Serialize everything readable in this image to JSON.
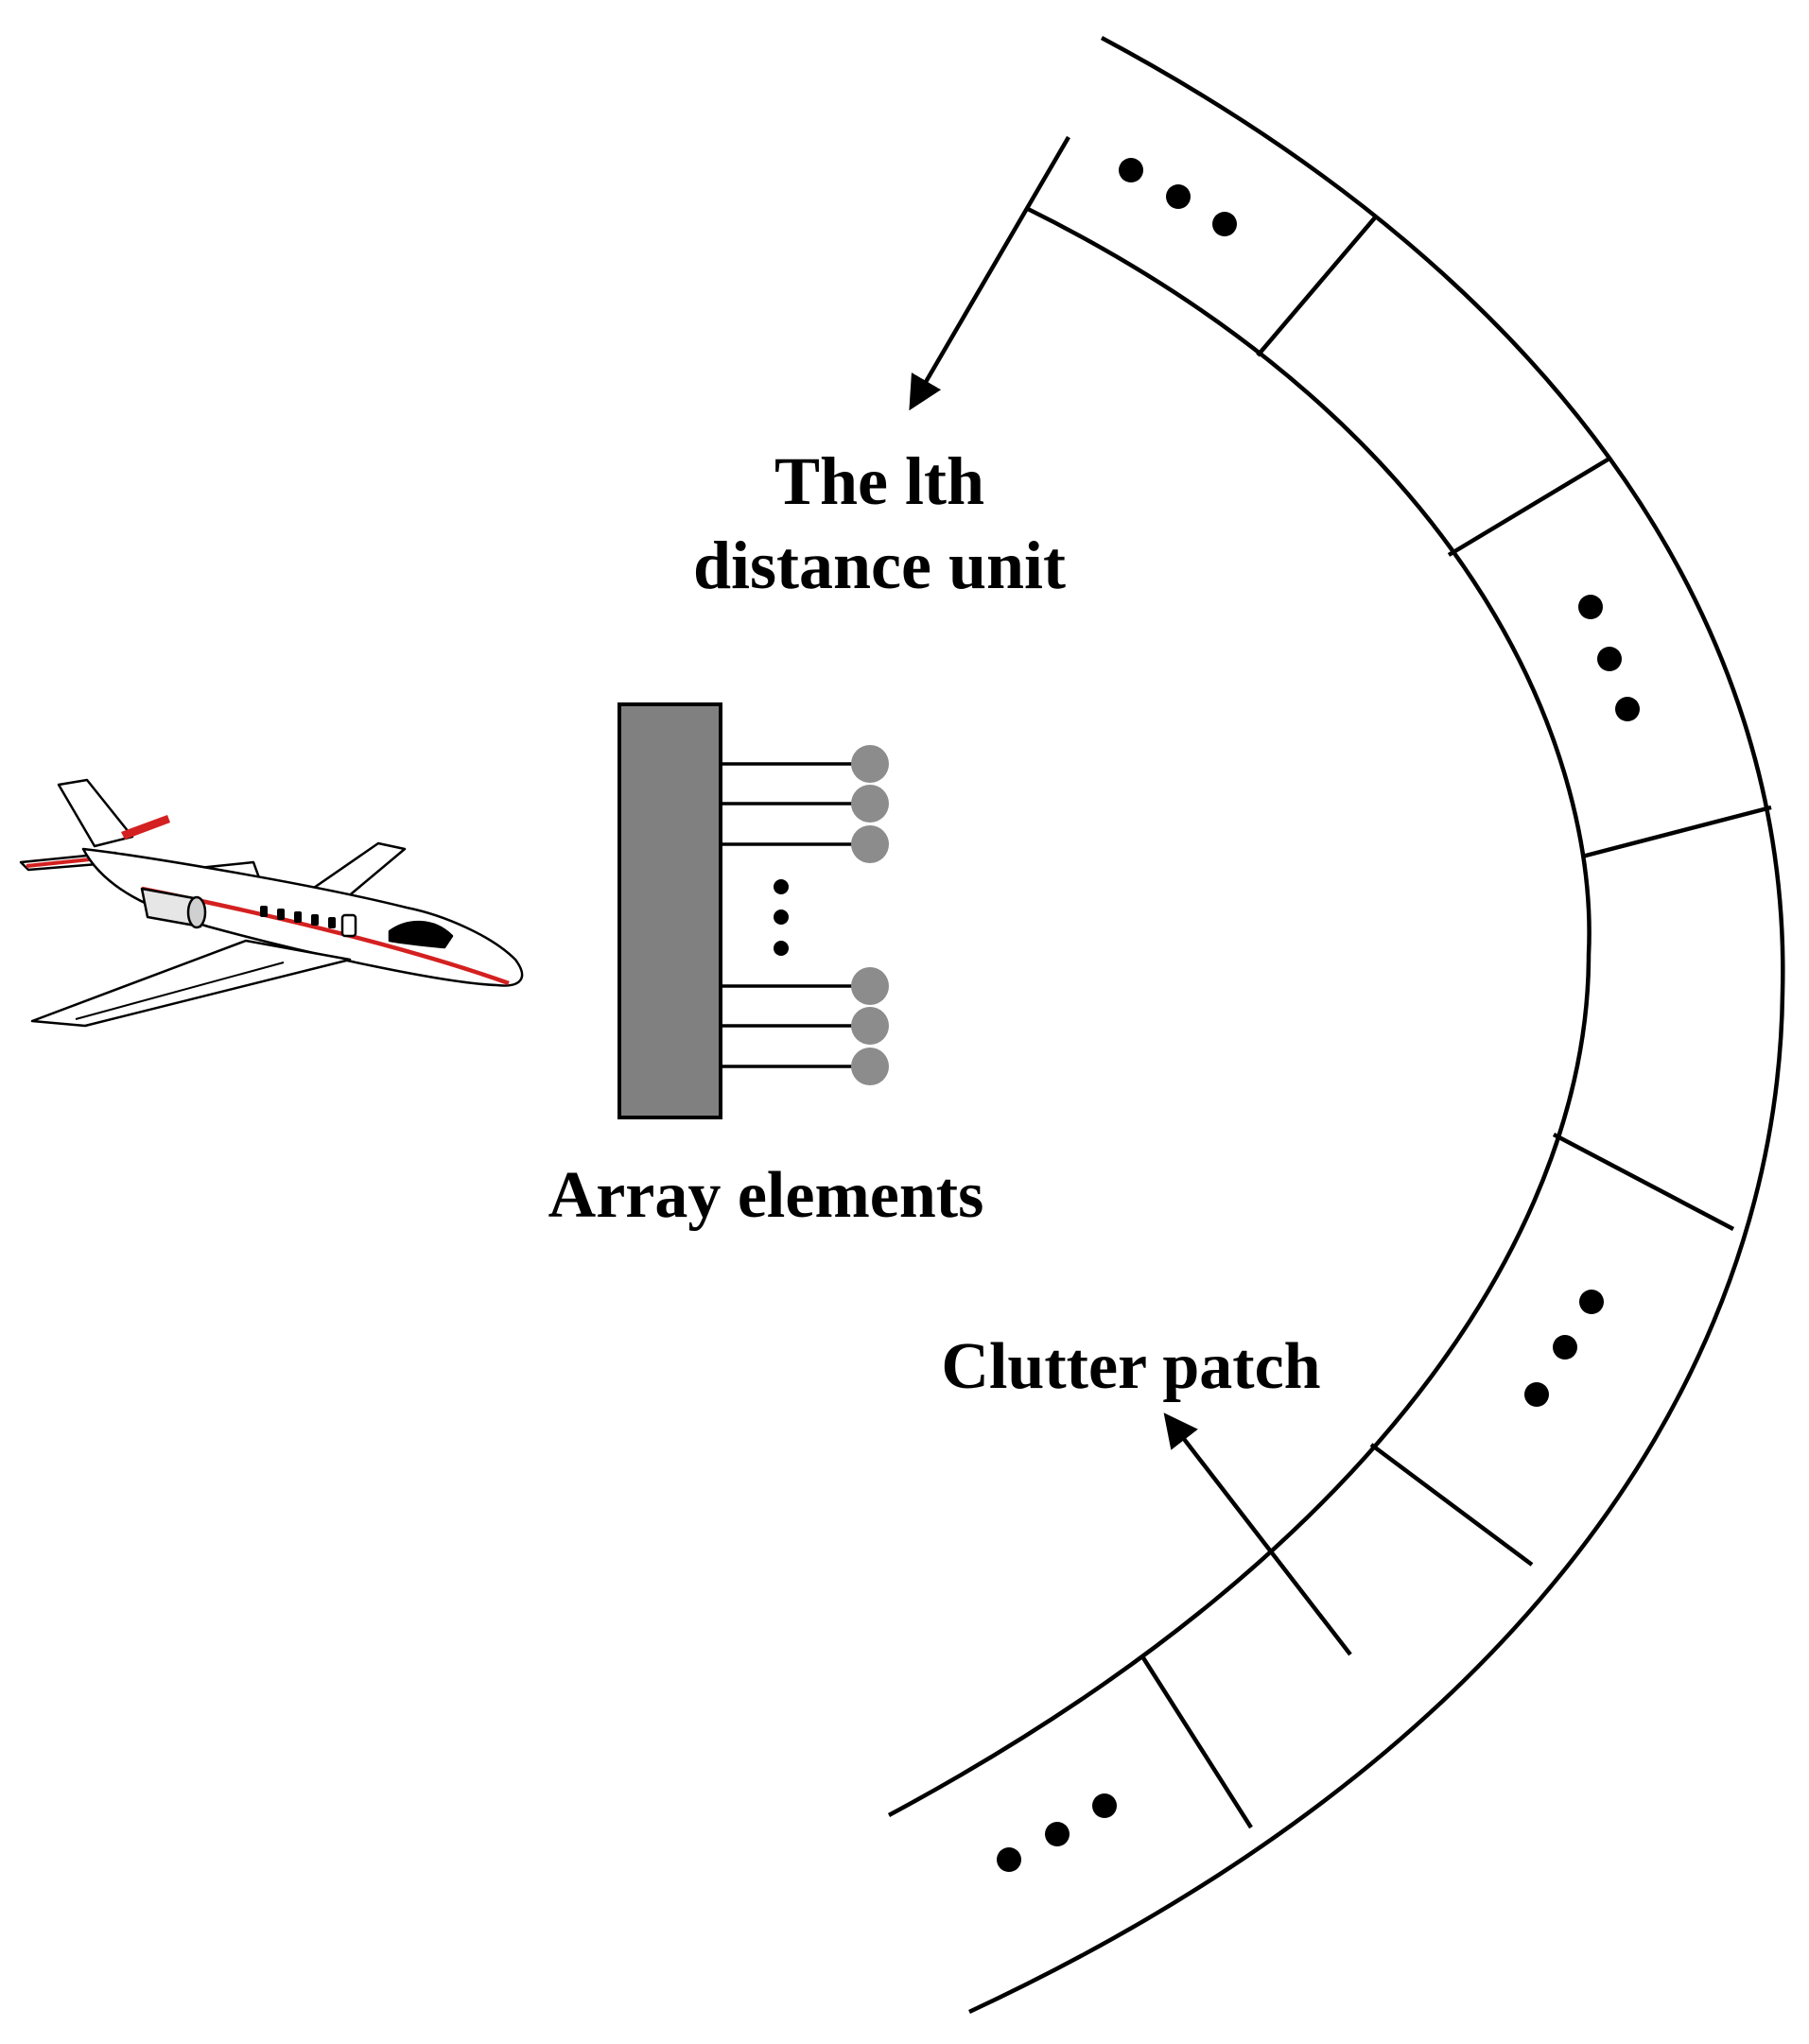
{
  "labels": {
    "distance_line1": "The lth",
    "distance_line2": "distance unit",
    "array": "Array elements",
    "clutter": "Clutter patch"
  },
  "colors": {
    "ink": "#000000",
    "array_panel": "#808080",
    "array_dot": "#8c8c8c",
    "plane_stripe": "#d42020",
    "plane_body": "#ffffff"
  },
  "icons": {
    "aircraft": "airplane-icon",
    "continuation": "ellipsis-dots"
  }
}
